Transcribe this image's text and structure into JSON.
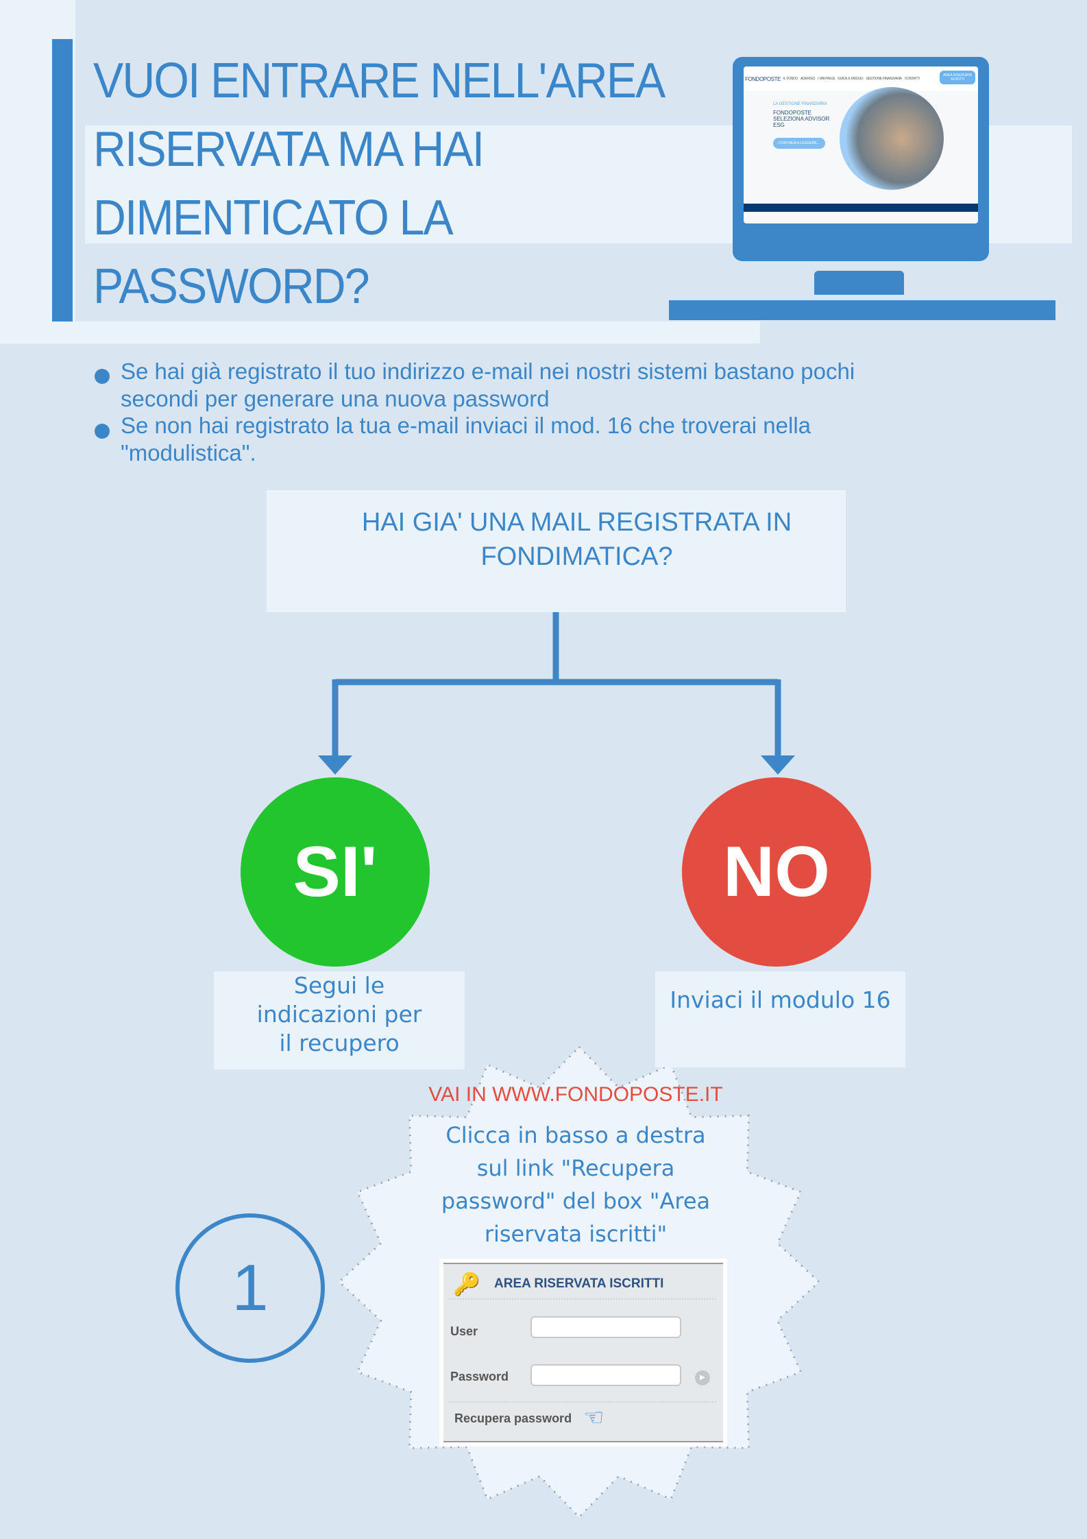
{
  "title": {
    "lines": [
      "VUOI ENTRARE NELL'AREA",
      "RISERVATA MA HAI",
      "DIMENTICATO LA",
      "PASSWORD?"
    ]
  },
  "monitor": {
    "logo": "FONDOPOSTE",
    "nav": [
      "IL FONDO",
      "ADERISCI",
      "I VANTAGGI",
      "GUIDE E MODULI",
      "GESTIONE FINANZIARIA",
      "CONTATTI"
    ],
    "area_button": "AREA RISERVATA ISCRITTI",
    "kicker": "LA GESTIONE FINANZIARIA",
    "headline": "FONDOPOSTE SELEZIONA ADVISOR ESG",
    "cta": "CONTINUA A LEGGERE..."
  },
  "bullets": [
    {
      "line1": "Se hai già registrato il tuo indirizzo e-mail nei  nostri sistemi bastano pochi",
      "line2": " secondi per generare una nuova password"
    },
    {
      "line1": "Se non hai registrato la tua e-mail inviaci il mod. 16 che troverai nella",
      "line2": "\"modulistica\"."
    }
  ],
  "question": {
    "line1": "HAI GIA' UNA MAIL REGISTRATA IN",
    "line2": "FONDIMATICA?"
  },
  "yes": {
    "label": "SI'",
    "color": "#22c52e",
    "text": [
      "Segui le",
      "indicazioni per",
      "il recupero"
    ]
  },
  "no": {
    "label": "NO",
    "color": "#e34c40",
    "text": "Inviaci il modulo 16"
  },
  "step": {
    "number": "1",
    "url": "VAI IN WWW.FONDOPOSTE.IT",
    "instructions": [
      "Clicca in basso a destra",
      "sul link \"Recupera",
      "password\" del  box \"Area",
      "riservata iscritti\""
    ]
  },
  "login": {
    "title": "AREA RISERVATA ISCRITTI",
    "user_label": "User",
    "password_label": "Password",
    "recover_link": "Recupera password"
  }
}
